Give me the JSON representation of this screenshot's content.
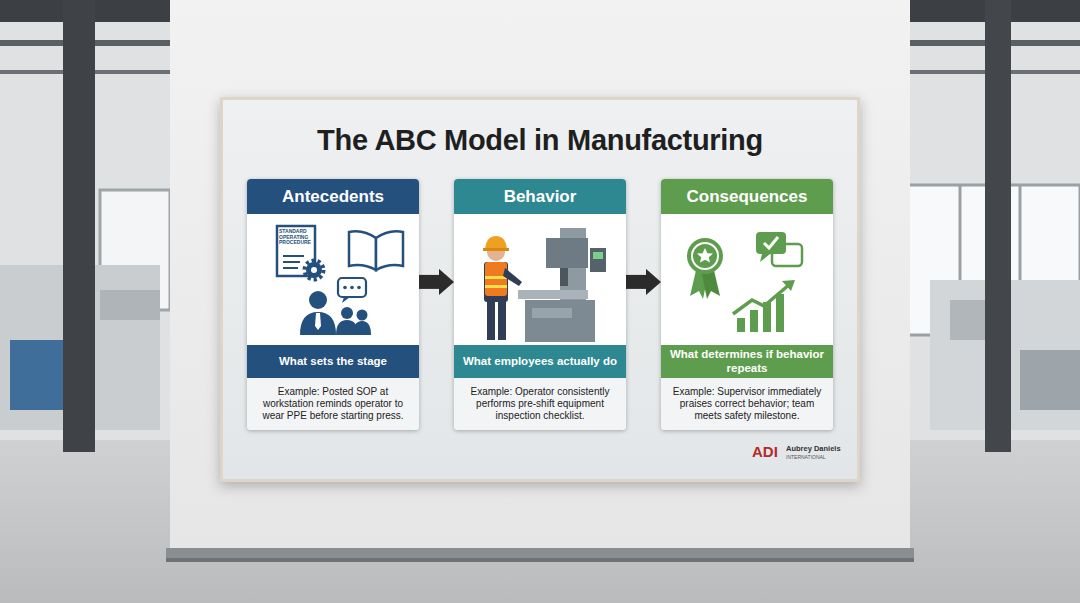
{
  "diagram": {
    "title": "The ABC Model in Manufacturing",
    "nodes": [
      {
        "text": [
          "Antecedents",
          "What sets the stage",
          "Example: Posted SOP at workstation reminds operator to wear PPE before starting press."
        ]
      },
      {
        "text": [
          "Behavior",
          "What employees actually do",
          "Example: Operator consistently performs pre-shift equipment inspection checklist."
        ]
      },
      {
        "text": [
          "Consequences",
          "What determines if behavior repeats",
          "Example: Supervisor immediately praises correct behavior; team meets safety milestone."
        ]
      }
    ],
    "edges": [
      {
        "from": 0,
        "to": 1,
        "arrow": "to"
      },
      {
        "from": 1,
        "to": 2,
        "arrow": "to"
      }
    ],
    "labels": [
      "STANDARD OPERATING PROCEDURE",
      "ADI",
      "Aubrey Daniels",
      "INTERNATIONAL"
    ]
  }
}
